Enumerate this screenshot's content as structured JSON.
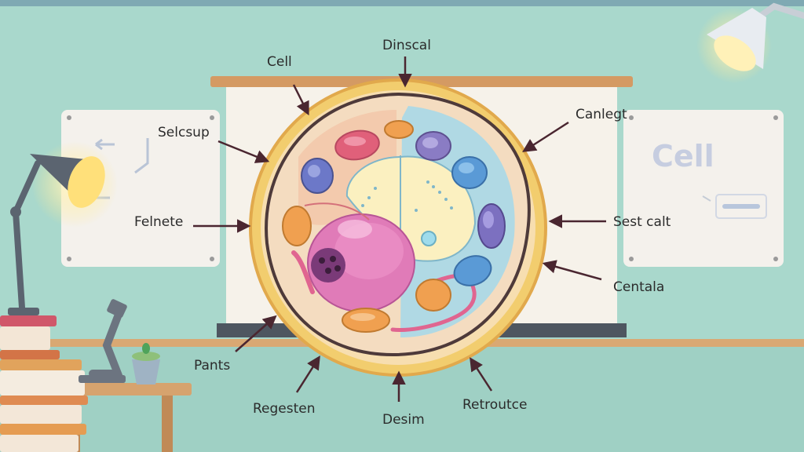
{
  "diagram": {
    "labels": {
      "top": "Dinscal",
      "top_left": "Cell",
      "upper_left": "Selcsup",
      "left": "Felnete",
      "lower_left": "Pants",
      "bottom_left": "Regesten",
      "bottom": "Desim",
      "bottom_right": "Retroutce",
      "lower_right": "Centala",
      "right": "Sest calt",
      "upper_right": "Canlegt"
    },
    "board_text": "Cell"
  },
  "colors": {
    "wall": "#a9d8cc",
    "membrane": "#f2cd6e",
    "nucleus": "#e07bb8",
    "label_text": "#2b2b2b",
    "arrow": "#4a2630"
  }
}
